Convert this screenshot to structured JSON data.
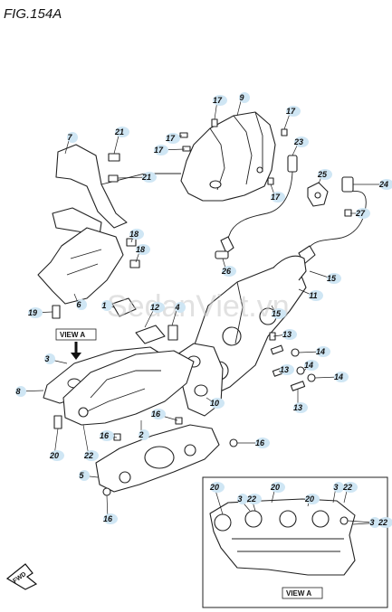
{
  "figure": {
    "title": "FIG.154A"
  },
  "watermark": "SedanViet.vn",
  "view_labels": {
    "arrow_label": "VIEW A",
    "inset_label": "VIEW A"
  },
  "fwd_label": "FWD",
  "callouts": [
    {
      "id": "c-9",
      "label": "9"
    },
    {
      "id": "c-17a",
      "label": "17"
    },
    {
      "id": "c-17b",
      "label": "17"
    },
    {
      "id": "c-17c",
      "label": "17"
    },
    {
      "id": "c-17d",
      "label": "17"
    },
    {
      "id": "c-17e",
      "label": "17"
    },
    {
      "id": "c-23",
      "label": "23"
    },
    {
      "id": "c-25",
      "label": "25"
    },
    {
      "id": "c-24",
      "label": "24"
    },
    {
      "id": "c-27",
      "label": "27"
    },
    {
      "id": "c-7",
      "label": "7"
    },
    {
      "id": "c-21a",
      "label": "21"
    },
    {
      "id": "c-21b",
      "label": "21"
    },
    {
      "id": "c-18a",
      "label": "18"
    },
    {
      "id": "c-18b",
      "label": "18"
    },
    {
      "id": "c-26",
      "label": "26"
    },
    {
      "id": "c-15a",
      "label": "15"
    },
    {
      "id": "c-15b",
      "label": "15"
    },
    {
      "id": "c-11",
      "label": "11"
    },
    {
      "id": "c-19",
      "label": "19"
    },
    {
      "id": "c-6",
      "label": "6"
    },
    {
      "id": "c-1",
      "label": "1"
    },
    {
      "id": "c-12",
      "label": "12"
    },
    {
      "id": "c-4",
      "label": "4"
    },
    {
      "id": "c-13a",
      "label": "13"
    },
    {
      "id": "c-13b",
      "label": "13"
    },
    {
      "id": "c-13c",
      "label": "13"
    },
    {
      "id": "c-14a",
      "label": "14"
    },
    {
      "id": "c-14b",
      "label": "14"
    },
    {
      "id": "c-14c",
      "label": "14"
    },
    {
      "id": "c-3a",
      "label": "3"
    },
    {
      "id": "c-8",
      "label": "8"
    },
    {
      "id": "c-10",
      "label": "10"
    },
    {
      "id": "c-16a",
      "label": "16"
    },
    {
      "id": "c-16b",
      "label": "16"
    },
    {
      "id": "c-16c",
      "label": "16"
    },
    {
      "id": "c-16d",
      "label": "16"
    },
    {
      "id": "c-2",
      "label": "2"
    },
    {
      "id": "c-20a",
      "label": "20"
    },
    {
      "id": "c-22a",
      "label": "22"
    },
    {
      "id": "c-5",
      "label": "5"
    },
    {
      "id": "c-20b",
      "label": "20"
    },
    {
      "id": "c-20c",
      "label": "20"
    },
    {
      "id": "c-20d",
      "label": "20"
    },
    {
      "id": "c-3b",
      "label": "3"
    },
    {
      "id": "c-22b",
      "label": "22"
    },
    {
      "id": "c-3c",
      "label": "3"
    },
    {
      "id": "c-22c",
      "label": "22"
    },
    {
      "id": "c-3d",
      "label": "3"
    },
    {
      "id": "c-22d",
      "label": "22"
    }
  ]
}
